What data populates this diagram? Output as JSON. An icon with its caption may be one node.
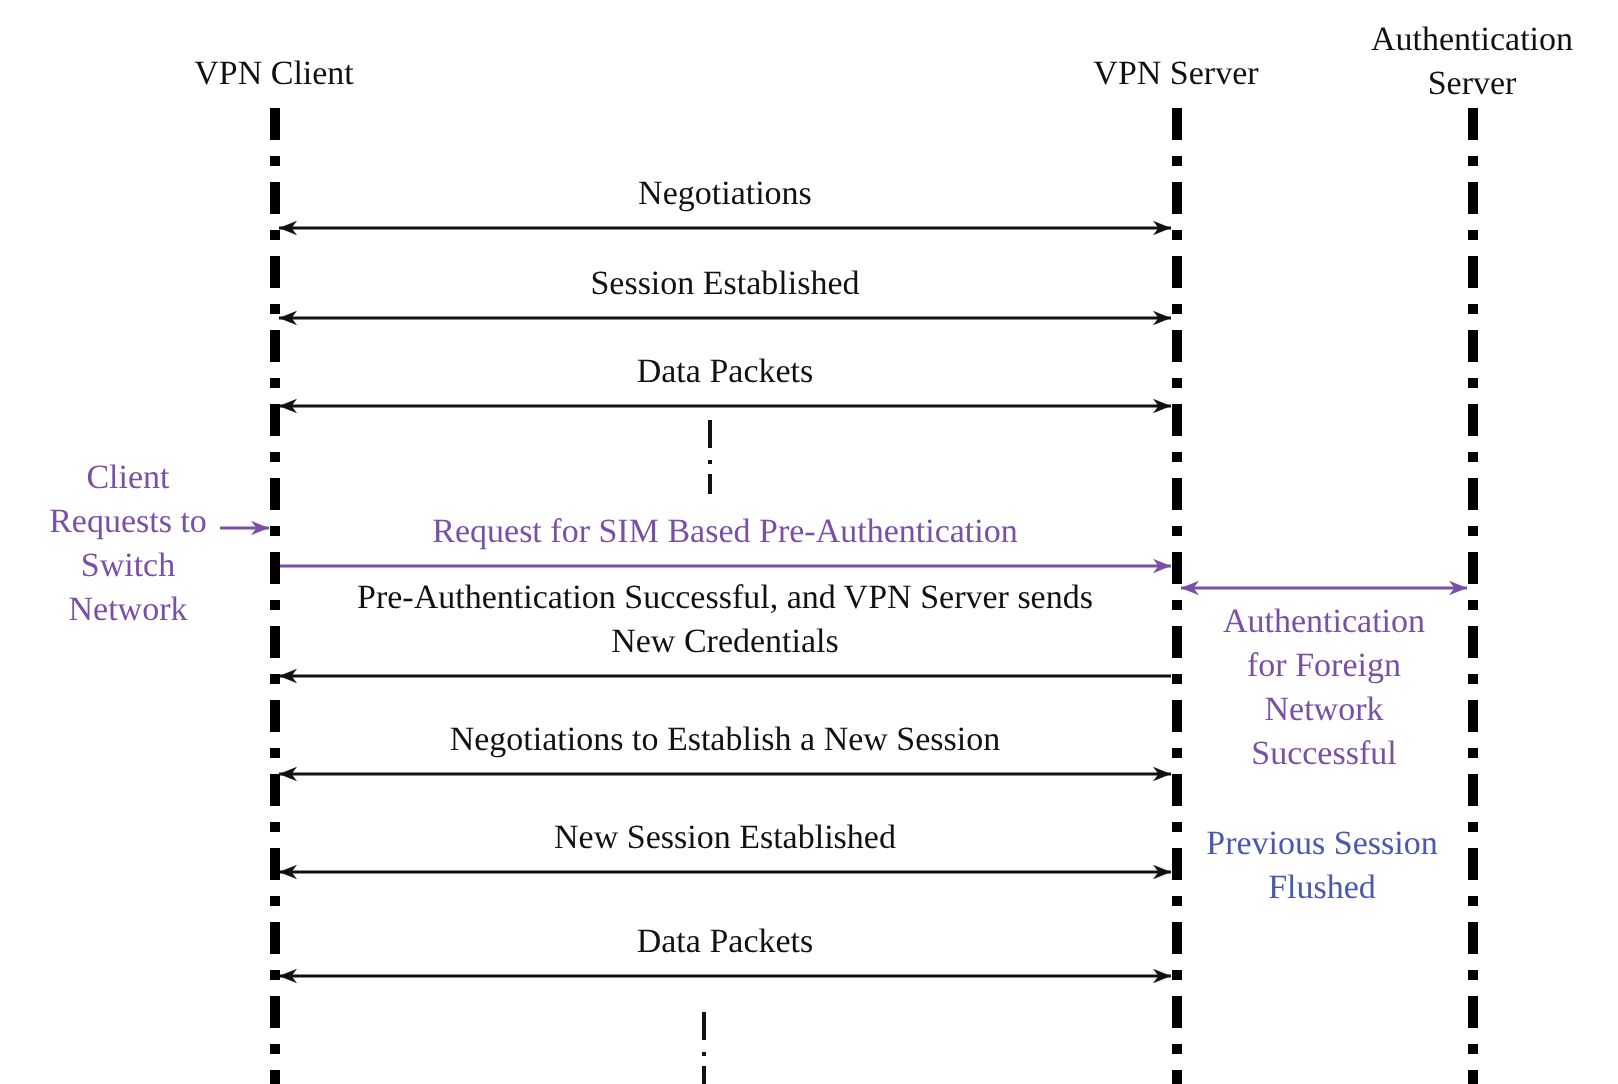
{
  "diagram": {
    "nodes": [
      {
        "text": [],
        "shape": "bar",
        "beside": [
          "VPN Client"
        ]
      },
      {
        "text": [],
        "shape": "bar",
        "beside": [
          "VPN Server"
        ]
      },
      {
        "text": [],
        "shape": "bar",
        "beside": [
          "Authentication Server"
        ]
      },
      {
        "text": [
          "Client Requests to Switch Network"
        ]
      }
    ],
    "edges": [
      {
        "from": 0,
        "to": 1,
        "arrow": "both",
        "label": "Negotiations"
      },
      {
        "from": 0,
        "to": 1,
        "arrow": "both",
        "label": "Session Established"
      },
      {
        "from": 0,
        "to": 1,
        "arrow": "both",
        "label": "Data Packets"
      },
      {
        "from": 3,
        "to": 0,
        "arrow": "to",
        "color": "#7a4fa6"
      },
      {
        "from": 0,
        "to": 1,
        "arrow": "to",
        "label": "Request for SIM Based Pre-Authentication",
        "color": "#7a4fa6"
      },
      {
        "from": 1,
        "to": 2,
        "arrow": "both",
        "label": "Authentication for Foreign Network Successful",
        "color": "#7a4fa6"
      },
      {
        "from": 1,
        "to": 0,
        "arrow": "to",
        "label": "Pre-Authentication Successful, and VPN Server sends New Credentials"
      },
      {
        "from": 0,
        "to": 1,
        "arrow": "both",
        "label": "Negotiations to Establish a New Session"
      },
      {
        "from": 0,
        "to": 1,
        "arrow": "both",
        "label": "New Session Established"
      },
      {
        "from": 0,
        "to": 1,
        "arrow": "both",
        "label": "Data Packets"
      }
    ],
    "labels": [
      "Previous Session Flushed"
    ]
  }
}
